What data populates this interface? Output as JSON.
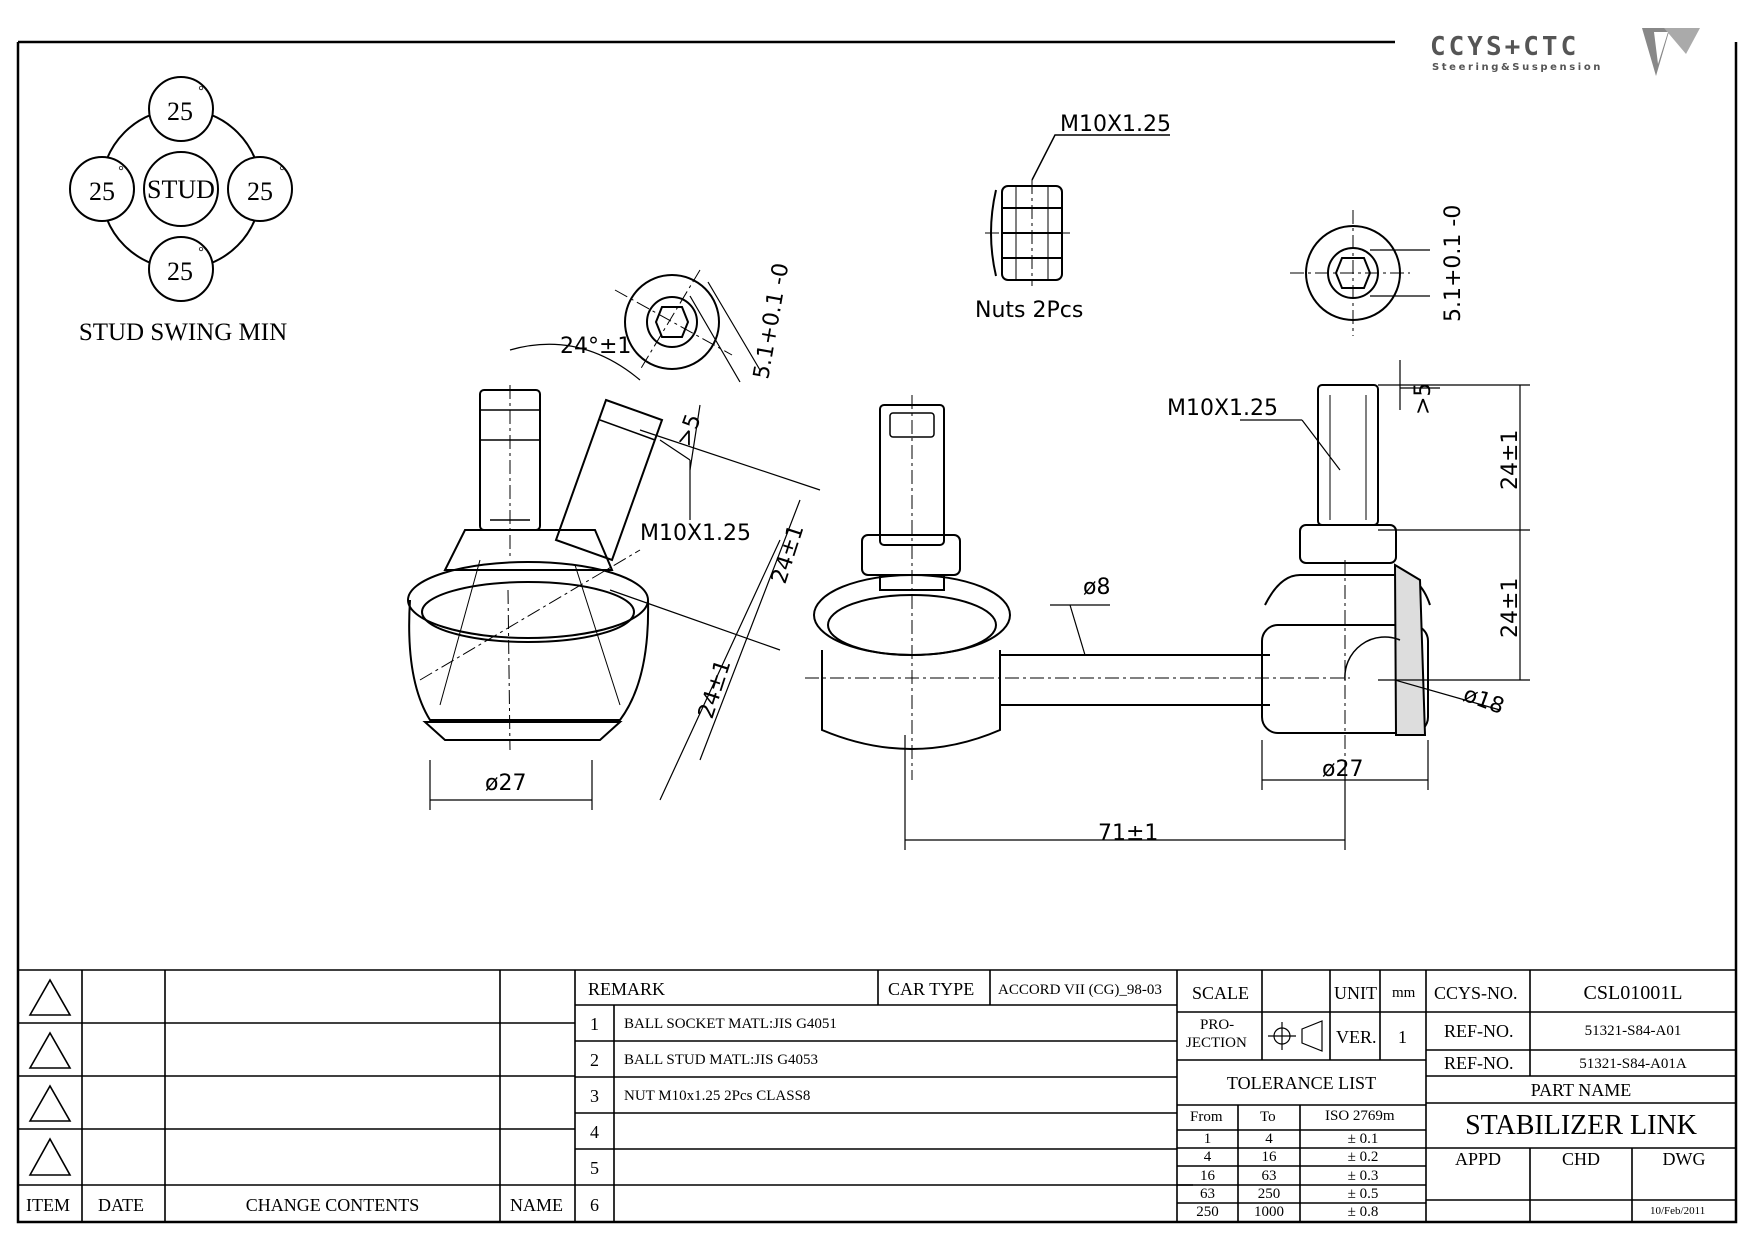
{
  "logo": {
    "brand": "CCYS+CTC",
    "tagline": "Steering&Suspension"
  },
  "stud_swing": {
    "title": "STUD SWING MIN",
    "center": "STUD",
    "angles": [
      "25",
      "25",
      "25",
      "25"
    ],
    "degree_mark": "°"
  },
  "dims": {
    "thread_nut": "M10X1.25",
    "nuts_label": "Nuts  2Pcs",
    "tol_angled": "5.1+0.1\n   -0",
    "tol_right": "5.1+0.1\n   -0",
    "angle": "24°±1",
    "gt5_angled": ">5",
    "thread_angled": "M10X1.25",
    "len_angled_1": "24±1",
    "len_angled_2": "24±1",
    "dia27_left": "ø27",
    "dia8": "ø8",
    "thread_right": "M10X1.25",
    "gt5_right": ">5",
    "len_right_1": "24±1",
    "len_right_2": "24±1",
    "dia18": "ø18",
    "dia27_right": "ø27",
    "center_dist": "71±1"
  },
  "title_block": {
    "revisions_headers": {
      "item": "ITEM",
      "date": "DATE",
      "change": "CHANGE CONTENTS",
      "name": "NAME"
    },
    "remark_header": "REMARK",
    "car_type_label": "CAR TYPE",
    "car_type_value": "ACCORD VII (CG)_98-03",
    "remarks": [
      {
        "no": "1",
        "text": "BALL SOCKET MATL:JIS G4051"
      },
      {
        "no": "2",
        "text": "BALL STUD MATL:JIS G4053"
      },
      {
        "no": "3",
        "text": "NUT M10x1.25 2Pcs CLASS8"
      },
      {
        "no": "4",
        "text": ""
      },
      {
        "no": "5",
        "text": ""
      },
      {
        "no": "6",
        "text": ""
      }
    ],
    "scale_label": "SCALE",
    "unit_label": "UNIT",
    "unit_value": "mm",
    "projection_label_1": "PRO-",
    "projection_label_2": "JECTION",
    "ver_label": "VER.",
    "ver_value": "1",
    "tolerance_title": "TOLERANCE LIST",
    "tolerance_headers": {
      "from": "From",
      "to": "To",
      "iso": "ISO 2769m"
    },
    "tolerance_rows": [
      {
        "from": "1",
        "to": "4",
        "tol": "± 0.1"
      },
      {
        "from": "4",
        "to": "16",
        "tol": "± 0.2"
      },
      {
        "from": "16",
        "to": "63",
        "tol": "± 0.3"
      },
      {
        "from": "63",
        "to": "250",
        "tol": "± 0.5"
      },
      {
        "from": "250",
        "to": "1000",
        "tol": "± 0.8"
      }
    ],
    "ccys_no_label": "CCYS-NO.",
    "ccys_no_value": "CSL01001L",
    "ref_no_label_1": "REF-NO.",
    "ref_no_value_1": "51321-S84-A01",
    "ref_no_label_2": "REF-NO.",
    "ref_no_value_2": "51321-S84-A01A",
    "part_name_label": "PART NAME",
    "part_name_value": "STABILIZER LINK",
    "appd_label": "APPD",
    "chd_label": "CHD",
    "dwg_label": "DWG",
    "date_value": "10/Feb/2011"
  }
}
